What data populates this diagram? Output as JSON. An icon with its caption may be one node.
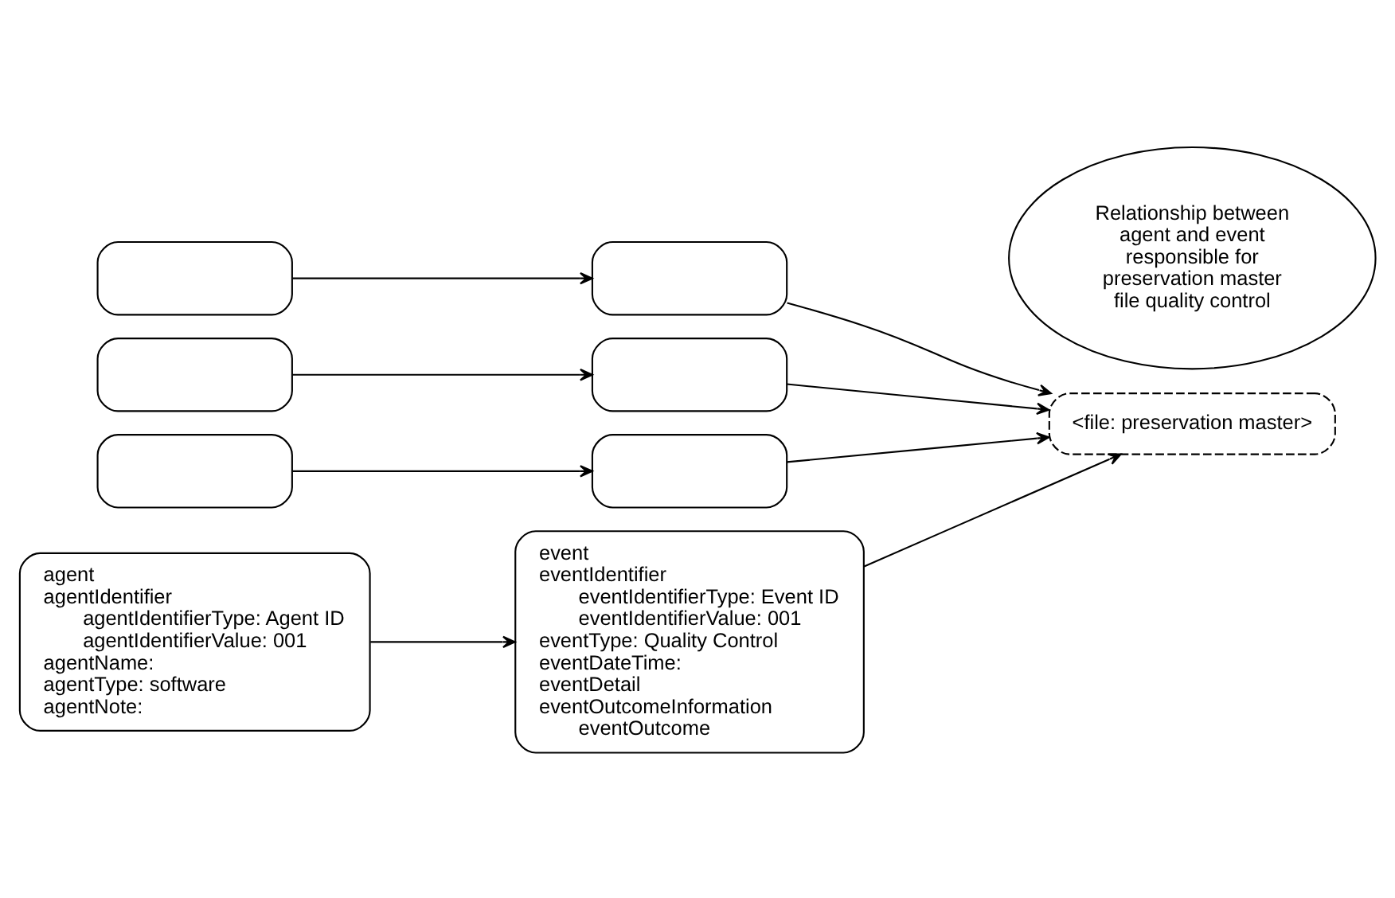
{
  "diagram": {
    "nodes": [
      {
        "text": [
          "<file: preservation master>"
        ]
      },
      {
        "text": [],
        "shape": "box"
      },
      {
        "text": [],
        "shape": "box"
      },
      {
        "text": [],
        "shape": "box"
      },
      {
        "text": [
          "agent",
          "agentIdentifier",
          "agentIdentifierType: Agent ID",
          "agentIdentifierValue: 001",
          "agentName:",
          "agentType: software",
          "agentNote:"
        ]
      },
      {
        "text": [],
        "shape": "box"
      },
      {
        "text": [],
        "shape": "box"
      },
      {
        "text": [],
        "shape": "box"
      },
      {
        "text": [
          "event",
          "eventIdentifier",
          "eventIdentifierType: Event ID",
          "eventIdentifierValue: 001",
          "eventType: Quality Control",
          "eventDateTime:",
          "eventDetail",
          "eventOutcomeInformation",
          "eventOutcome"
        ]
      },
      {
        "text": [
          "Relationship between agent and event responsible for preservation master file quality control"
        ]
      }
    ],
    "edges": [
      {
        "from": 1,
        "to": 5,
        "arrow": "to"
      },
      {
        "from": 2,
        "to": 6,
        "arrow": "to"
      },
      {
        "from": 3,
        "to": 7,
        "arrow": "to"
      },
      {
        "from": 4,
        "to": 8,
        "arrow": "to"
      },
      {
        "from": 5,
        "to": 0,
        "arrow": "to"
      },
      {
        "from": 6,
        "to": 0,
        "arrow": "to"
      },
      {
        "from": 7,
        "to": 0,
        "arrow": "to"
      },
      {
        "from": 8,
        "to": 0,
        "arrow": "to"
      }
    ]
  }
}
